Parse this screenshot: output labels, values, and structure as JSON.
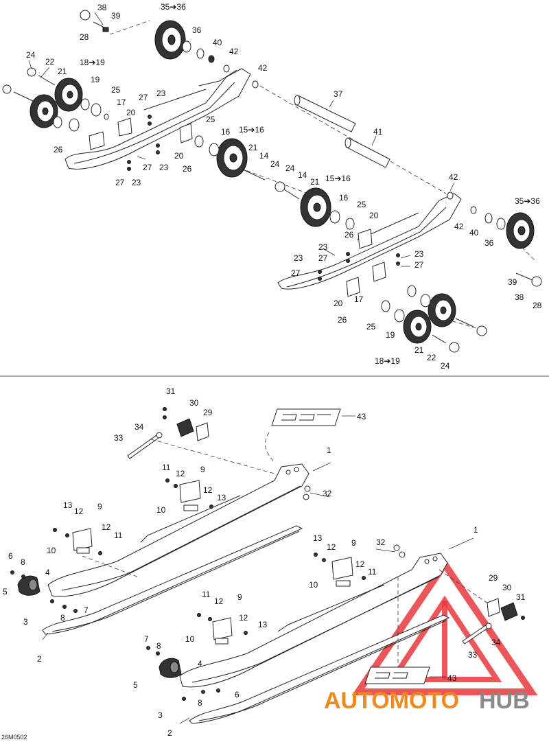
{
  "diagram_code": "26M0502",
  "watermark": {
    "text_orange": "AUTOMOTO",
    "text_gray": "HUB",
    "color_triangle": "#e8383d",
    "color_orange": "#f08a1e",
    "color_gray": "#8a8a8a"
  },
  "callouts_top": [
    {
      "id": "t28a",
      "text": "28"
    },
    {
      "id": "t38",
      "text": "38"
    },
    {
      "id": "t39",
      "text": "39"
    },
    {
      "id": "t3536a",
      "text": "35➔36"
    },
    {
      "id": "t36a",
      "text": "36"
    },
    {
      "id": "t40a",
      "text": "40"
    },
    {
      "id": "t42a",
      "text": "42"
    },
    {
      "id": "t42b",
      "text": "42"
    },
    {
      "id": "t24a",
      "text": "24"
    },
    {
      "id": "t22a",
      "text": "22"
    },
    {
      "id": "t21a",
      "text": "21"
    },
    {
      "id": "t1819a",
      "text": "18➔19"
    },
    {
      "id": "t19a",
      "text": "19"
    },
    {
      "id": "t25a",
      "text": "25"
    },
    {
      "id": "t17a",
      "text": "17"
    },
    {
      "id": "t20a",
      "text": "20"
    },
    {
      "id": "t27a",
      "text": "27"
    },
    {
      "id": "t23a",
      "text": "23"
    },
    {
      "id": "t37",
      "text": "37"
    },
    {
      "id": "t41",
      "text": "41"
    },
    {
      "id": "t26a",
      "text": "26"
    },
    {
      "id": "t27b",
      "text": "27"
    },
    {
      "id": "t23b",
      "text": "23"
    },
    {
      "id": "t27c",
      "text": "27"
    },
    {
      "id": "t23c",
      "text": "23"
    },
    {
      "id": "t20b",
      "text": "20"
    },
    {
      "id": "t26b",
      "text": "26"
    },
    {
      "id": "t25b",
      "text": "25"
    },
    {
      "id": "t16a",
      "text": "16"
    },
    {
      "id": "t1516a",
      "text": "15➔16"
    },
    {
      "id": "t21b",
      "text": "21"
    },
    {
      "id": "t14a",
      "text": "14"
    },
    {
      "id": "t24b",
      "text": "24"
    },
    {
      "id": "t24c",
      "text": "24"
    },
    {
      "id": "t14b",
      "text": "14"
    },
    {
      "id": "t21c",
      "text": "21"
    },
    {
      "id": "t1516b",
      "text": "15➔16"
    },
    {
      "id": "t42c",
      "text": "42"
    },
    {
      "id": "t3536b",
      "text": "35➔36"
    },
    {
      "id": "t16b",
      "text": "16"
    },
    {
      "id": "t25c",
      "text": "25"
    },
    {
      "id": "t20c",
      "text": "20"
    },
    {
      "id": "t26c",
      "text": "26"
    },
    {
      "id": "t42d",
      "text": "42"
    },
    {
      "id": "t40b",
      "text": "40"
    },
    {
      "id": "t36b",
      "text": "36"
    },
    {
      "id": "t23d",
      "text": "23"
    },
    {
      "id": "t27d",
      "text": "27"
    },
    {
      "id": "t23e",
      "text": "23"
    },
    {
      "id": "t27e",
      "text": "27"
    },
    {
      "id": "t23f",
      "text": "23"
    },
    {
      "id": "t27f",
      "text": "27"
    },
    {
      "id": "t39b",
      "text": "39"
    },
    {
      "id": "t38b",
      "text": "38"
    },
    {
      "id": "t28b",
      "text": "28"
    },
    {
      "id": "t20d",
      "text": "20"
    },
    {
      "id": "t17b",
      "text": "17"
    },
    {
      "id": "t26d",
      "text": "26"
    },
    {
      "id": "t25d",
      "text": "25"
    },
    {
      "id": "t19b",
      "text": "19"
    },
    {
      "id": "t21d",
      "text": "21"
    },
    {
      "id": "t22b",
      "text": "22"
    },
    {
      "id": "t1819b",
      "text": "18➔19"
    },
    {
      "id": "t24d",
      "text": "24"
    }
  ],
  "callouts_bottom": [
    {
      "id": "b31a",
      "text": "31"
    },
    {
      "id": "b30a",
      "text": "30"
    },
    {
      "id": "b29a",
      "text": "29"
    },
    {
      "id": "b34a",
      "text": "34"
    },
    {
      "id": "b33a",
      "text": "33"
    },
    {
      "id": "b43a",
      "text": "43"
    },
    {
      "id": "b1a",
      "text": "1"
    },
    {
      "id": "b11a",
      "text": "11"
    },
    {
      "id": "b12a",
      "text": "12"
    },
    {
      "id": "b9a",
      "text": "9"
    },
    {
      "id": "b12b",
      "text": "12"
    },
    {
      "id": "b13a",
      "text": "13"
    },
    {
      "id": "b10a",
      "text": "10"
    },
    {
      "id": "b32a",
      "text": "32"
    },
    {
      "id": "b13b",
      "text": "13"
    },
    {
      "id": "b12c",
      "text": "12"
    },
    {
      "id": "b9b",
      "text": "9"
    },
    {
      "id": "b12d",
      "text": "12"
    },
    {
      "id": "b11b",
      "text": "11"
    },
    {
      "id": "b10b",
      "text": "10"
    },
    {
      "id": "b6a",
      "text": "6"
    },
    {
      "id": "b8a",
      "text": "8"
    },
    {
      "id": "b4a",
      "text": "4"
    },
    {
      "id": "b5a",
      "text": "5"
    },
    {
      "id": "b7a",
      "text": "7"
    },
    {
      "id": "b3a",
      "text": "3"
    },
    {
      "id": "b8b",
      "text": "8"
    },
    {
      "id": "b2a",
      "text": "2"
    },
    {
      "id": "b1b",
      "text": "1"
    },
    {
      "id": "b32b",
      "text": "32"
    },
    {
      "id": "b13c",
      "text": "13"
    },
    {
      "id": "b12e",
      "text": "12"
    },
    {
      "id": "b9c",
      "text": "9"
    },
    {
      "id": "b12f",
      "text": "12"
    },
    {
      "id": "b11c",
      "text": "11"
    },
    {
      "id": "b10c",
      "text": "10"
    },
    {
      "id": "b29b",
      "text": "29"
    },
    {
      "id": "b30b",
      "text": "30"
    },
    {
      "id": "b31b",
      "text": "31"
    },
    {
      "id": "b34b",
      "text": "34"
    },
    {
      "id": "b33b",
      "text": "33"
    },
    {
      "id": "b11d",
      "text": "11"
    },
    {
      "id": "b12g",
      "text": "12"
    },
    {
      "id": "b9d",
      "text": "9"
    },
    {
      "id": "b12h",
      "text": "12"
    },
    {
      "id": "b13d",
      "text": "13"
    },
    {
      "id": "b10d",
      "text": "10"
    },
    {
      "id": "b7b",
      "text": "7"
    },
    {
      "id": "b8c",
      "text": "8"
    },
    {
      "id": "b5b",
      "text": "5"
    },
    {
      "id": "b4b",
      "text": "4"
    },
    {
      "id": "b6b",
      "text": "6"
    },
    {
      "id": "b3b",
      "text": "3"
    },
    {
      "id": "b8d",
      "text": "8"
    },
    {
      "id": "b2b",
      "text": "2"
    },
    {
      "id": "b43b",
      "text": "43"
    }
  ]
}
